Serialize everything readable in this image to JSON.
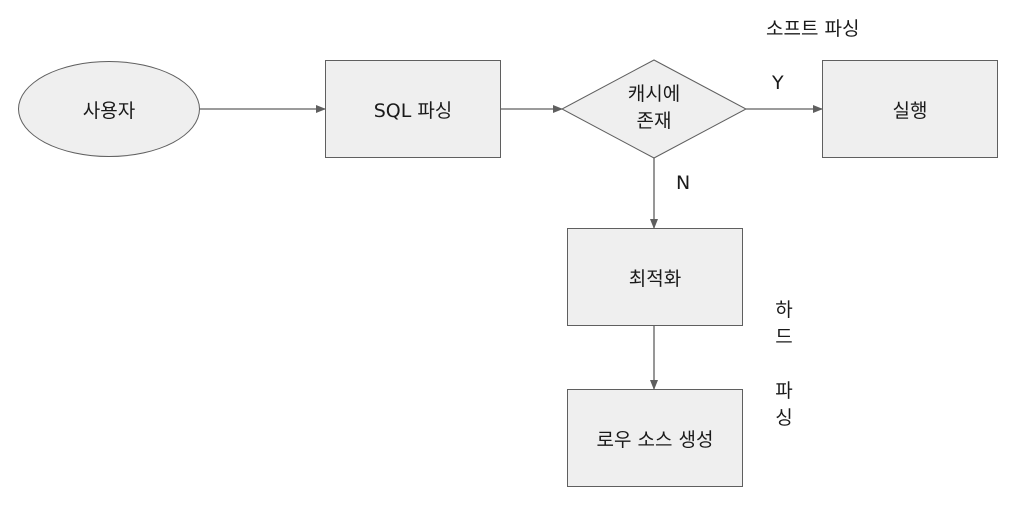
{
  "nodes": {
    "user": "사용자",
    "sql_parse": "SQL 파싱",
    "cache_check_line1": "캐시에",
    "cache_check_line2": "존재",
    "execute": "실행",
    "optimize": "최적화",
    "row_source": "로우 소스 생성"
  },
  "edge_labels": {
    "yes": "Y",
    "no": "N"
  },
  "annotations": {
    "soft_parse": "소프트 파싱",
    "hard_parse_chars": [
      "하",
      "드",
      "",
      "파",
      "싱"
    ]
  },
  "colors": {
    "node_fill": "#efefef",
    "node_border": "#5f5f5f",
    "arrow": "#5f5f5f"
  }
}
